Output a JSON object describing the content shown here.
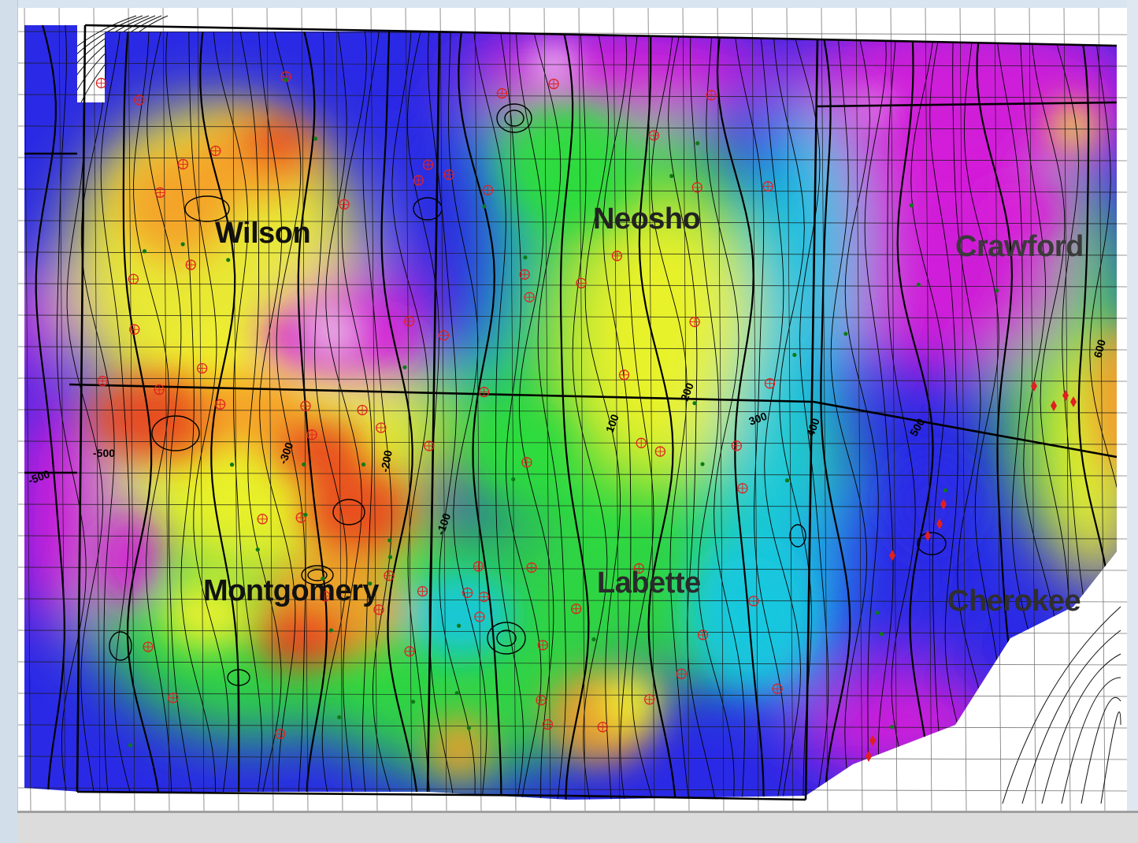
{
  "map": {
    "counties": [
      {
        "name": "Wilson",
        "color": "#111111"
      },
      {
        "name": "Neosho",
        "color": "#222222"
      },
      {
        "name": "Crawford",
        "color": "#3a3a3a"
      },
      {
        "name": "Montgomery",
        "color": "#111111"
      },
      {
        "name": "Labette",
        "color": "#2a2a2a"
      },
      {
        "name": "Cherokee",
        "color": "#2f2f2f"
      }
    ],
    "contour_labels": [
      "-500",
      "-500",
      "-300",
      "-200",
      "-100",
      "100",
      "200",
      "300",
      "400",
      "500",
      "600"
    ],
    "colors": {
      "magenta": "#d81fd8",
      "blue": "#2a2ae6",
      "cyan": "#19c8e0",
      "green": "#2edc3c",
      "yellow": "#f2f22a",
      "orange": "#f5a028",
      "red": "#e8421e",
      "symbol_red": "#e02020",
      "well_green": "#0e7a18"
    }
  }
}
